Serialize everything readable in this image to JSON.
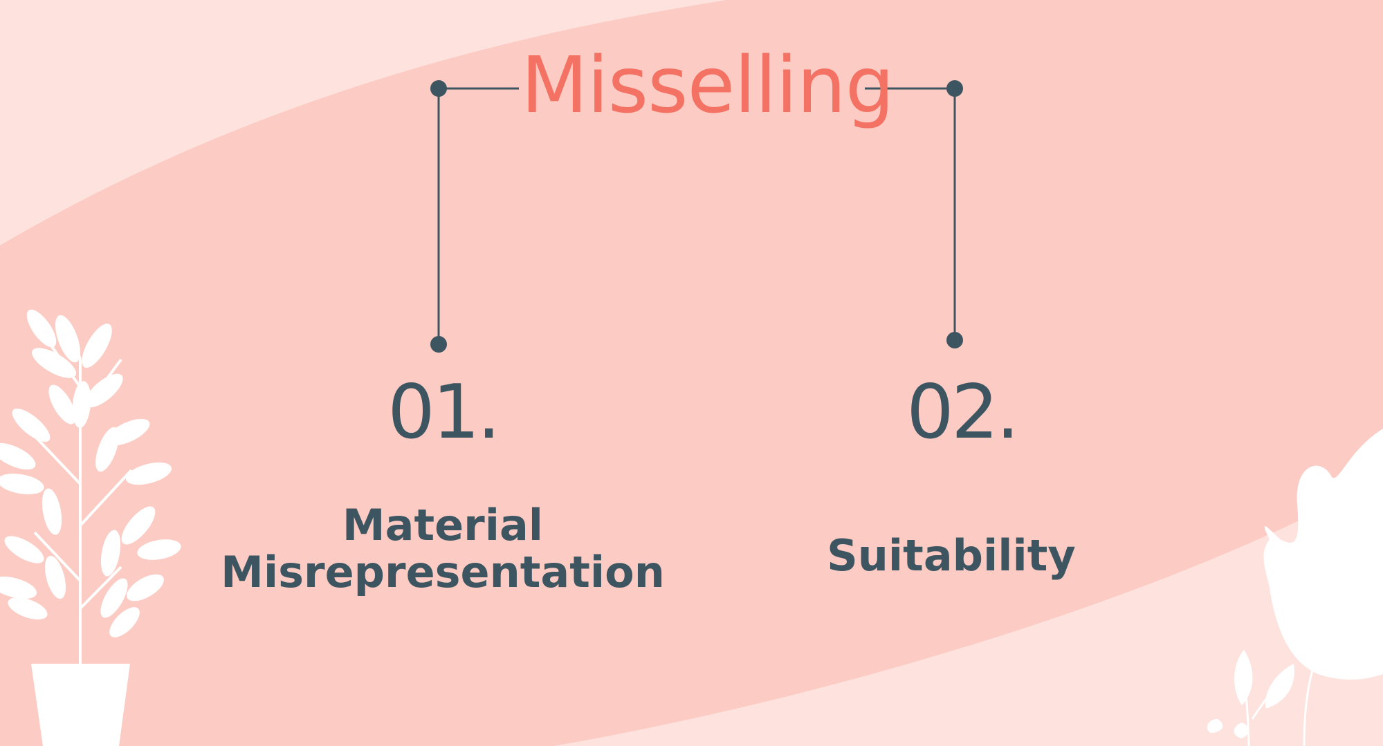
{
  "title": "Misselling",
  "items": [
    {
      "number": "01.",
      "label": "Material\nMisrepresentation"
    },
    {
      "number": "02.",
      "label": "Suitability"
    }
  ],
  "colors": {
    "title": "#f37263",
    "text": "#3d5560",
    "connector": "#3d5560",
    "background_light": "#fde2dd",
    "background_band": "#fcccc4",
    "decor": "#ffffff"
  }
}
